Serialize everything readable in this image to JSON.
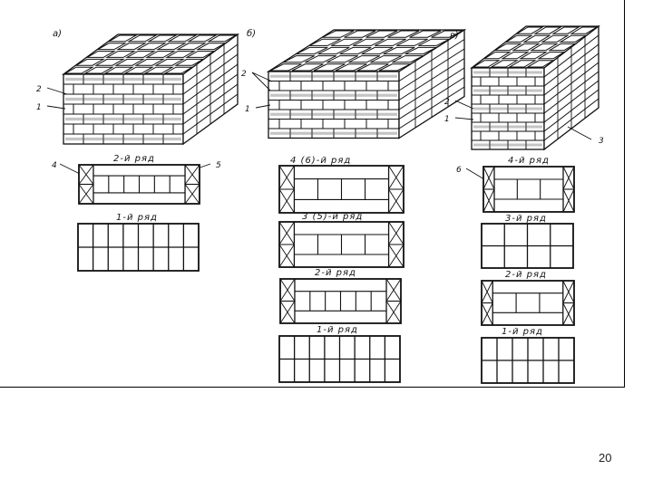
{
  "slide": {
    "page_number": "20"
  },
  "diagram": {
    "panels": [
      {
        "id": "a",
        "label": "а)",
        "callouts": [
          "2",
          "1"
        ],
        "markers": [
          "4",
          "5"
        ],
        "rows": [
          {
            "caption": "2-й ряд",
            "pattern": "ends-crossed"
          },
          {
            "caption": "1-й ряд",
            "pattern": "plain"
          }
        ]
      },
      {
        "id": "b",
        "label": "б)",
        "callouts": [
          "2",
          "1"
        ],
        "markers": [],
        "rows": [
          {
            "caption": "4 (6)-й ряд",
            "pattern": "ends-crossed"
          },
          {
            "caption": "3 (5)-й ряд",
            "pattern": "ends-crossed"
          },
          {
            "caption": "2-й ряд",
            "pattern": "ends-crossed"
          },
          {
            "caption": "1-й ряд",
            "pattern": "plain"
          }
        ]
      },
      {
        "id": "c",
        "label": "в)",
        "callouts": [
          "2",
          "1",
          "3"
        ],
        "markers": [
          "6"
        ],
        "rows": [
          {
            "caption": "4-й ряд",
            "pattern": "ends-crossed"
          },
          {
            "caption": "3-й ряд",
            "pattern": "plain"
          },
          {
            "caption": "2-й ряд",
            "pattern": "ends-crossed"
          },
          {
            "caption": "1-й ряд",
            "pattern": "plain"
          }
        ]
      }
    ]
  }
}
